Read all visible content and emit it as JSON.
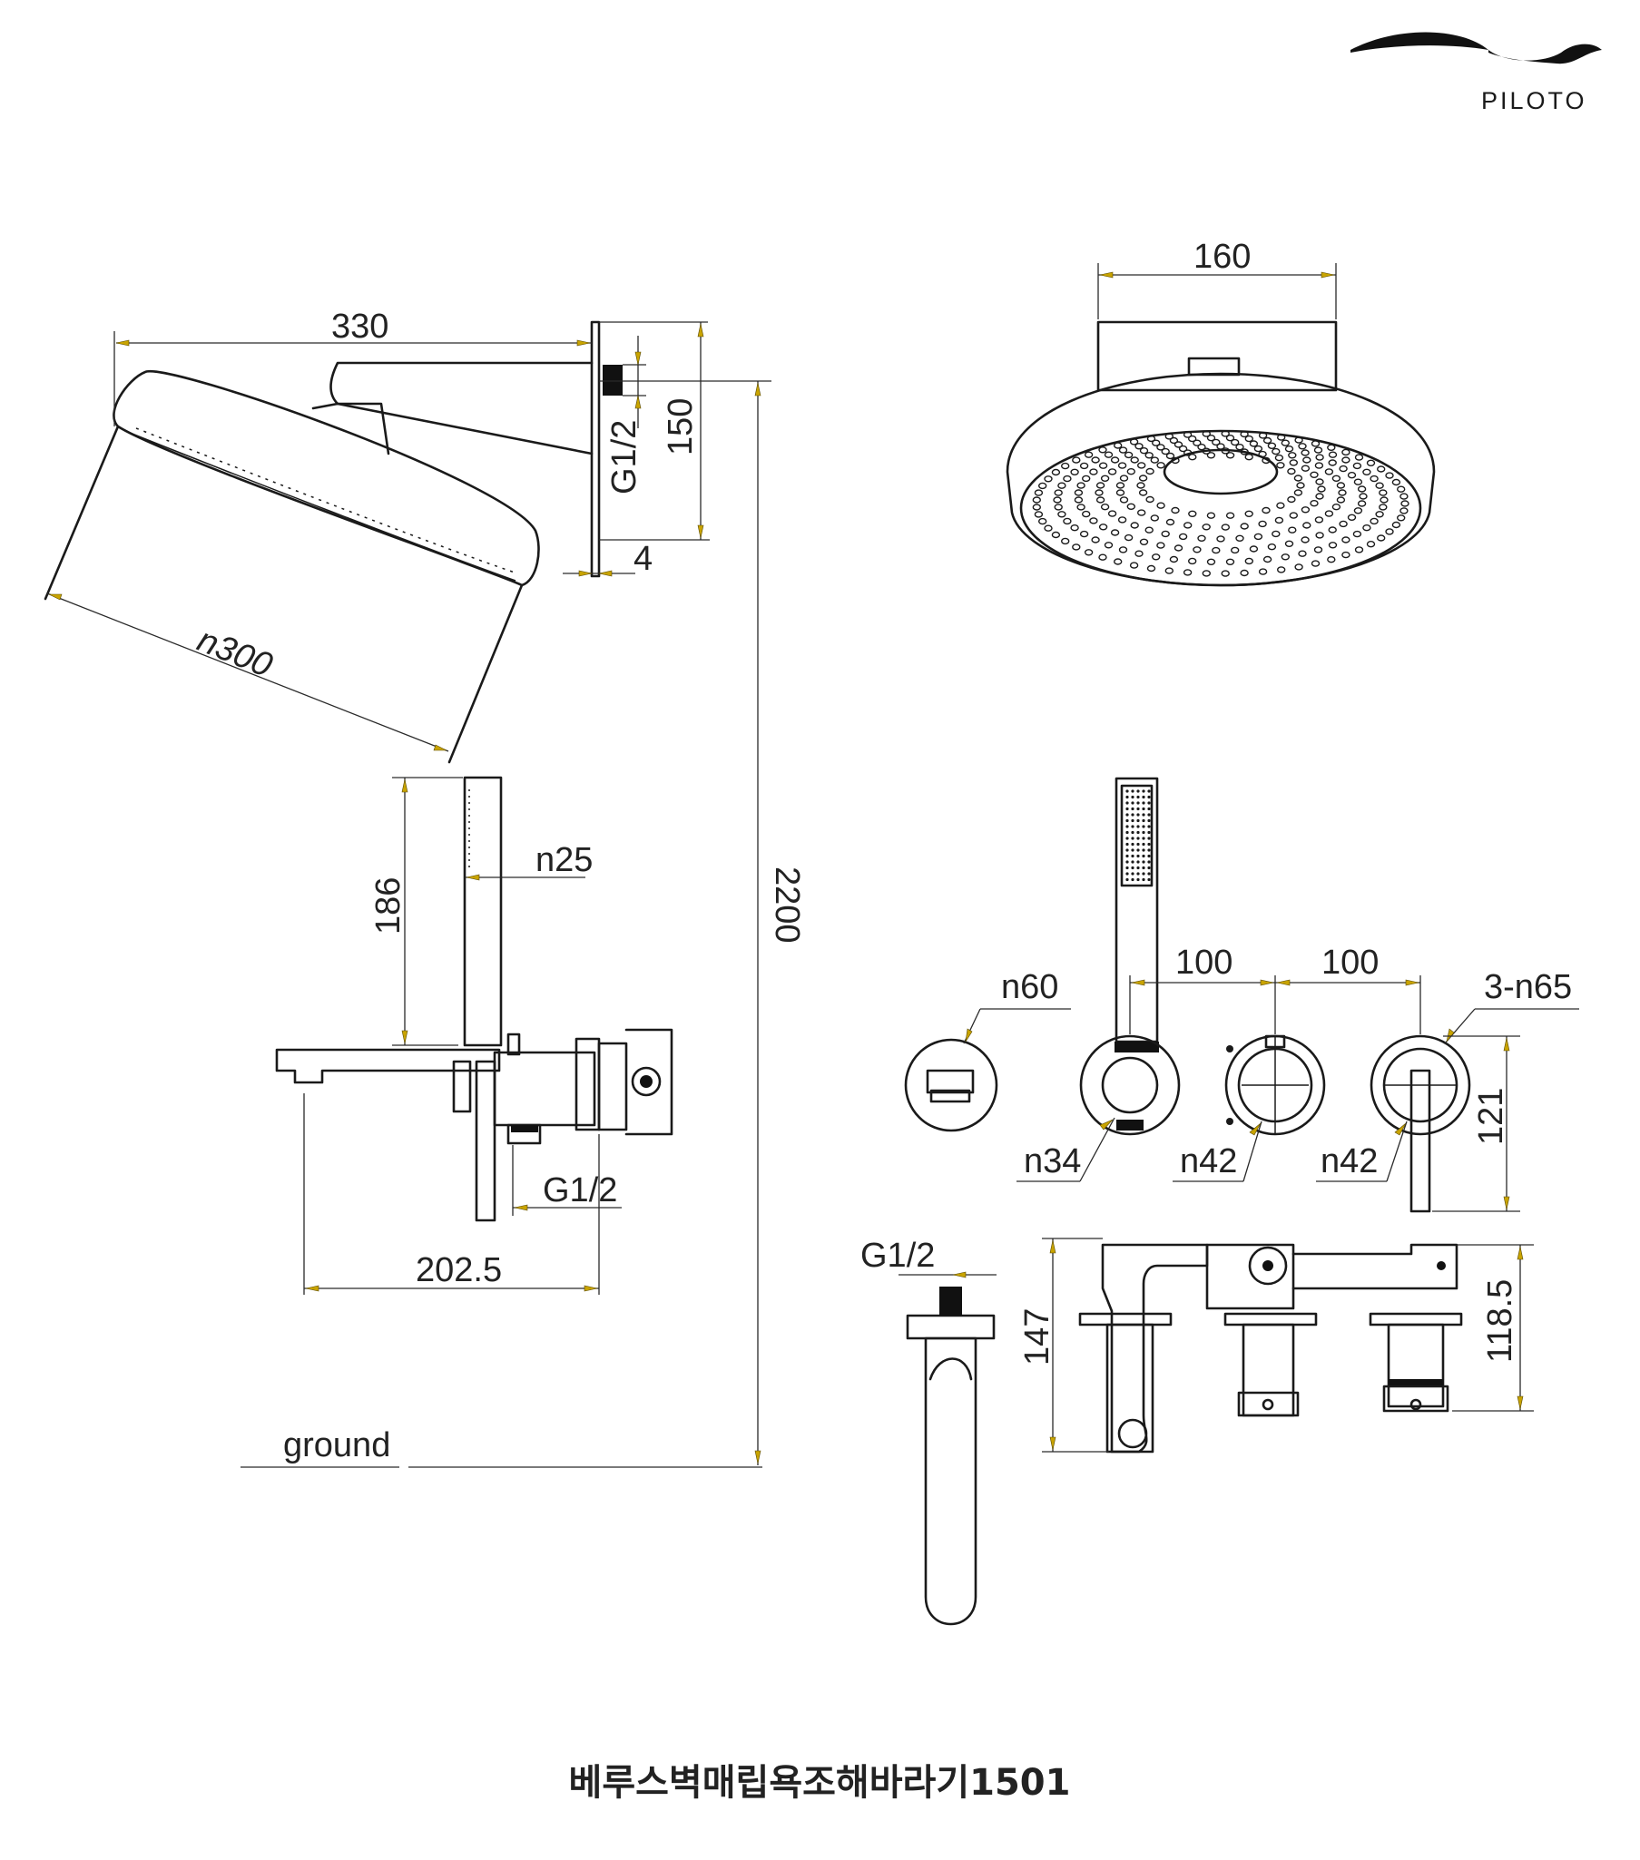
{
  "brand": {
    "name": "PILOTO"
  },
  "dimensions": {
    "rainhead_arm_length": "330",
    "rainhead_diameter": "n300",
    "inlet_thread_top": "G1/2",
    "arm_drop": "150",
    "flange_depth": "4",
    "total_height": "2200",
    "rainhead_body_width": "160",
    "handshower_length": "186",
    "handshower_diameter": "n25",
    "inlet_thread_valve": "G1/2",
    "valve_projection": "202.5",
    "floor_label": "ground",
    "holder_diameter": "n60",
    "spacing_left": "100",
    "spacing_right": "100",
    "plate_diameter": "3-n65",
    "outlet_diameter": "n34",
    "handle_diameter_left": "n42",
    "handle_diameter_right": "n42",
    "plate_height": "121",
    "spout_thread": "G1/2",
    "body_depth": "147",
    "body_height": "118.5"
  },
  "caption": {
    "title": "베루스벽매립욕조해바라기1501"
  }
}
